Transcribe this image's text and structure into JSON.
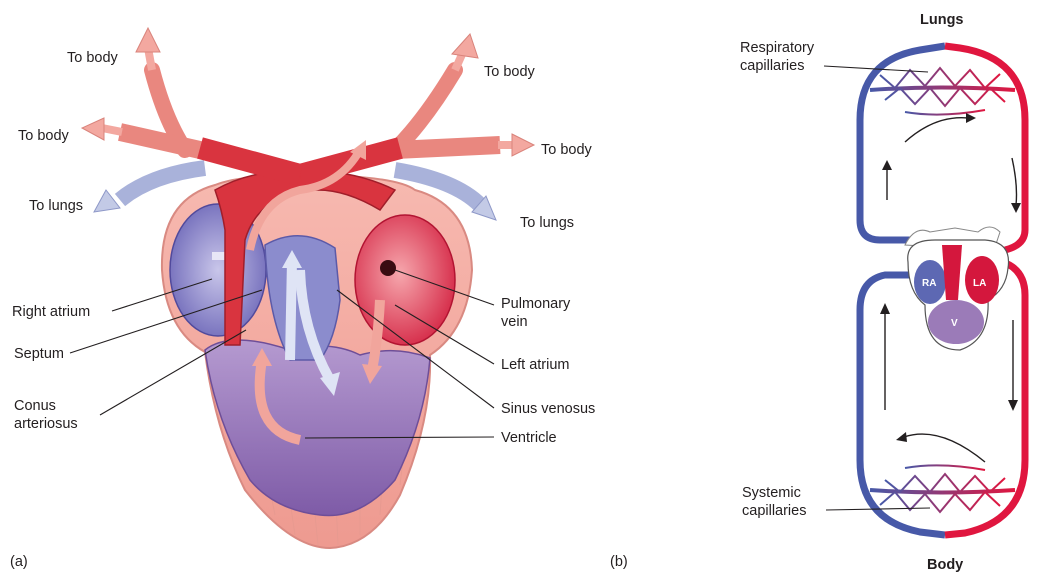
{
  "panel_a": {
    "panel_letter": "(a)",
    "arrows": {
      "to_body_top_left": "To body",
      "to_body_mid_left": "To body",
      "to_lungs_left": "To lungs",
      "to_body_top_right": "To body",
      "to_body_mid_right": "To body",
      "to_lungs_right": "To lungs"
    },
    "structures": {
      "right_atrium": "Right atrium",
      "septum": "Septum",
      "conus_line1": "Conus",
      "conus_line2": "arteriosus",
      "pulmonary_line1": "Pulmonary",
      "pulmonary_line2": "vein",
      "left_atrium": "Left atrium",
      "sinus_venosus": "Sinus venosus",
      "ventricle": "Ventricle"
    }
  },
  "panel_b": {
    "panel_letter": "(b)",
    "lungs": "Lungs",
    "body": "Body",
    "respiratory_line1": "Respiratory",
    "respiratory_line2": "capillaries",
    "systemic_line1": "Systemic",
    "systemic_line2": "capillaries",
    "chamber_ra": "RA",
    "chamber_la": "LA",
    "chamber_v": "V"
  },
  "colors": {
    "oxygenated": "#e0163f",
    "deoxygenated": "#4759a8",
    "ventricle": "#9b7bb8",
    "arrow_pink": "#f3a8a0",
    "arrow_blue": "#b9c3e0"
  }
}
